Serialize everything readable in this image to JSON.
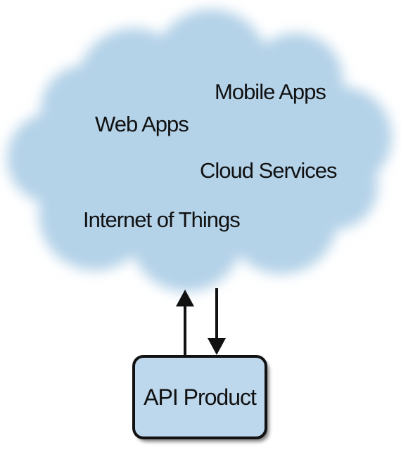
{
  "cloud": {
    "labels": {
      "mobile_apps": "Mobile Apps",
      "web_apps": "Web Apps",
      "cloud_services": "Cloud Services",
      "internet_of_things": "Internet of Things"
    },
    "fill_color": "#b4d2e8"
  },
  "product_box": {
    "label": "API Product",
    "fill_color": "#bdd7ec",
    "border_color": "#111111"
  },
  "arrows": [
    {
      "direction": "up",
      "from": "API Product",
      "to": "cloud"
    },
    {
      "direction": "down",
      "from": "cloud",
      "to": "API Product"
    }
  ]
}
